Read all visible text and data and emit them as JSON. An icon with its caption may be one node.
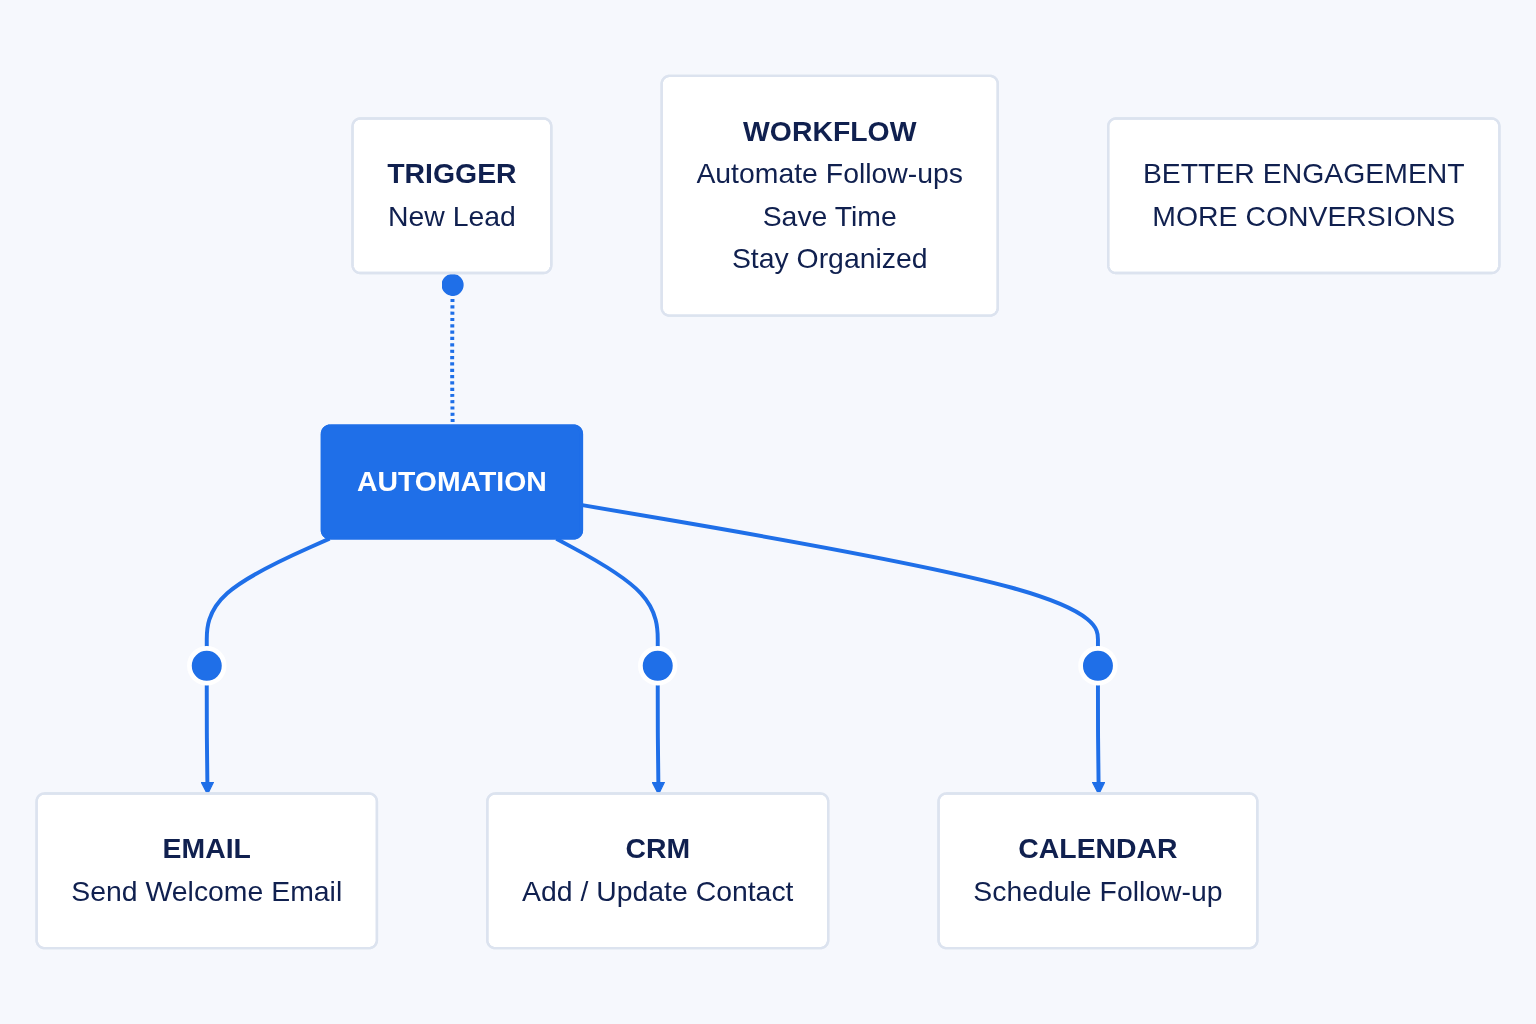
{
  "diagram": {
    "nodes": [
      {
        "text": [
          "TRIGGER",
          "New Lead"
        ]
      },
      {
        "text": [
          "EMAIL",
          "Send Welcome Email"
        ]
      },
      {
        "text": [],
        "shape": "circle"
      },
      {
        "text": [
          "AUTOMATION"
        ]
      },
      {
        "text": [],
        "shape": "circle"
      },
      {
        "text": [
          "CRM",
          "Add / Update Contact"
        ]
      },
      {
        "text": [],
        "shape": "circle"
      },
      {
        "text": [
          "WORKFLOW",
          "Automate Follow-ups",
          "Save Time",
          "Stay Organized"
        ]
      },
      {
        "text": [
          "CALENDAR",
          "Schedule Follow-up"
        ]
      },
      {
        "text": [
          "BETTER ENGAGEMENT",
          "MORE CONVERSIONS"
        ]
      }
    ],
    "edges": [
      {
        "from": 0,
        "to": 3,
        "arrow": "other",
        "style": "dashed"
      },
      {
        "from": 3,
        "to": 2,
        "arrow": "none"
      },
      {
        "from": 2,
        "to": 1,
        "arrow": "to"
      },
      {
        "from": 3,
        "to": 4,
        "arrow": "none"
      },
      {
        "from": 4,
        "to": 5,
        "arrow": "to"
      },
      {
        "from": 3,
        "to": 6,
        "arrow": "none"
      },
      {
        "from": 6,
        "to": 8,
        "arrow": "to"
      }
    ]
  }
}
